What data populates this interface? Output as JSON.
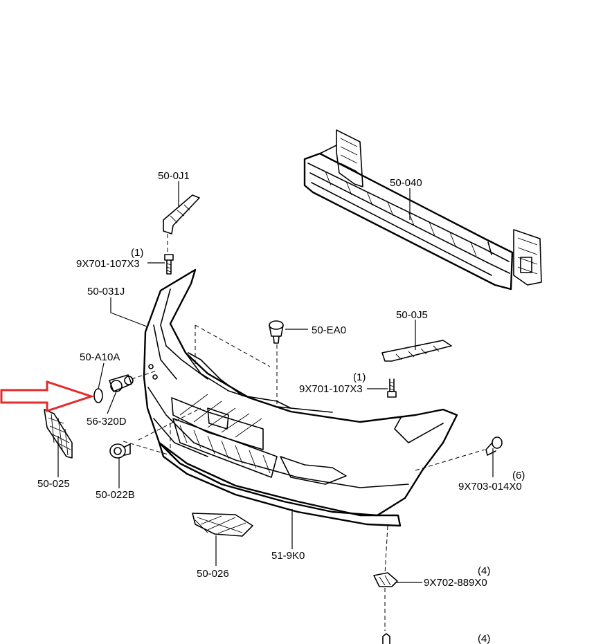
{
  "labels": {
    "l_50_0J1": "50-0J1",
    "l_50_040": "50-040",
    "l_qty1_a": "(1)",
    "l_9x701_a": "9X701-107X3",
    "l_50_031J": "50-031J",
    "l_50_EA0": "50-EA0",
    "l_50_0J5": "50-0J5",
    "l_qty1_b": "(1)",
    "l_9x701_b": "9X701-107X3",
    "l_50_A10A": "50-A10A",
    "l_56_320D": "56-320D",
    "l_50_025": "50-025",
    "l_50_022B": "50-022B",
    "l_qty6": "(6)",
    "l_9x703": "9X703-014X0",
    "l_50_026": "50-026",
    "l_51_9K0": "51-9K0",
    "l_qty4_a": "(4)",
    "l_9x702": "9X702-889X0",
    "l_qty4_b": "(4)"
  },
  "colors": {
    "line": "#000000",
    "highlight_arrow": "#e52a2a",
    "background": "#ffffff"
  }
}
